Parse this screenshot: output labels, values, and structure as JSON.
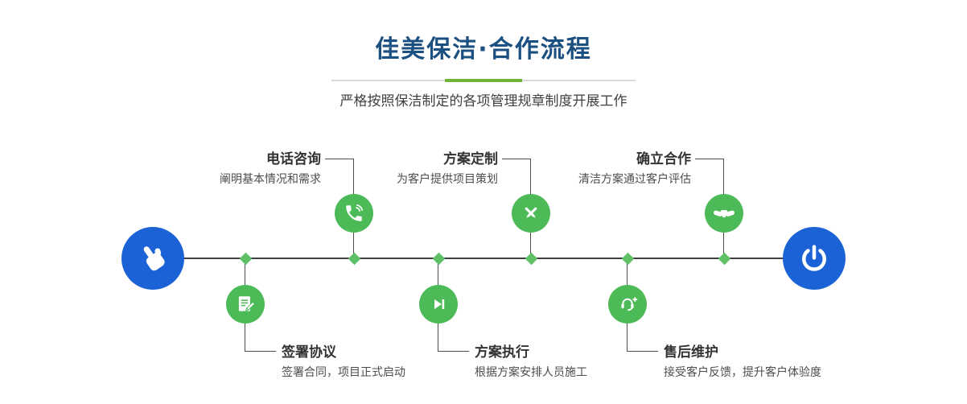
{
  "header": {
    "title": "佳美保洁·合作流程",
    "subtitle": "严格按照保洁制定的各项管理规章制度开展工作"
  },
  "steps": [
    {
      "title": "签署协议",
      "desc": "签署合同，项目正式启动",
      "icon": "contract-icon",
      "position": "bottom"
    },
    {
      "title": "电话咨询",
      "desc": "阐明基本情况和需求",
      "icon": "phone-icon",
      "position": "top"
    },
    {
      "title": "方案执行",
      "desc": "根据方案安排人员施工",
      "icon": "play-icon",
      "position": "bottom"
    },
    {
      "title": "方案定制",
      "desc": "为客户提供项目策划",
      "icon": "design-icon",
      "position": "top"
    },
    {
      "title": "售后维护",
      "desc": "接受客户反馈，提升客户体验度",
      "icon": "headset-icon",
      "position": "bottom"
    },
    {
      "title": "确立合作",
      "desc": "清洁方案通过客户评估",
      "icon": "handshake-icon",
      "position": "top"
    }
  ],
  "endpoints": {
    "start_icon": "hand-pointer-icon",
    "end_icon": "power-icon"
  },
  "colors": {
    "title_navy": "#1b5081",
    "divider_gray": "#d9d9d9",
    "divider_green": "#72b33c",
    "node_green": "#4dba58",
    "diamond_green": "#5fc167",
    "endpoint_blue": "#1b62d6",
    "line_dark": "#404040"
  }
}
